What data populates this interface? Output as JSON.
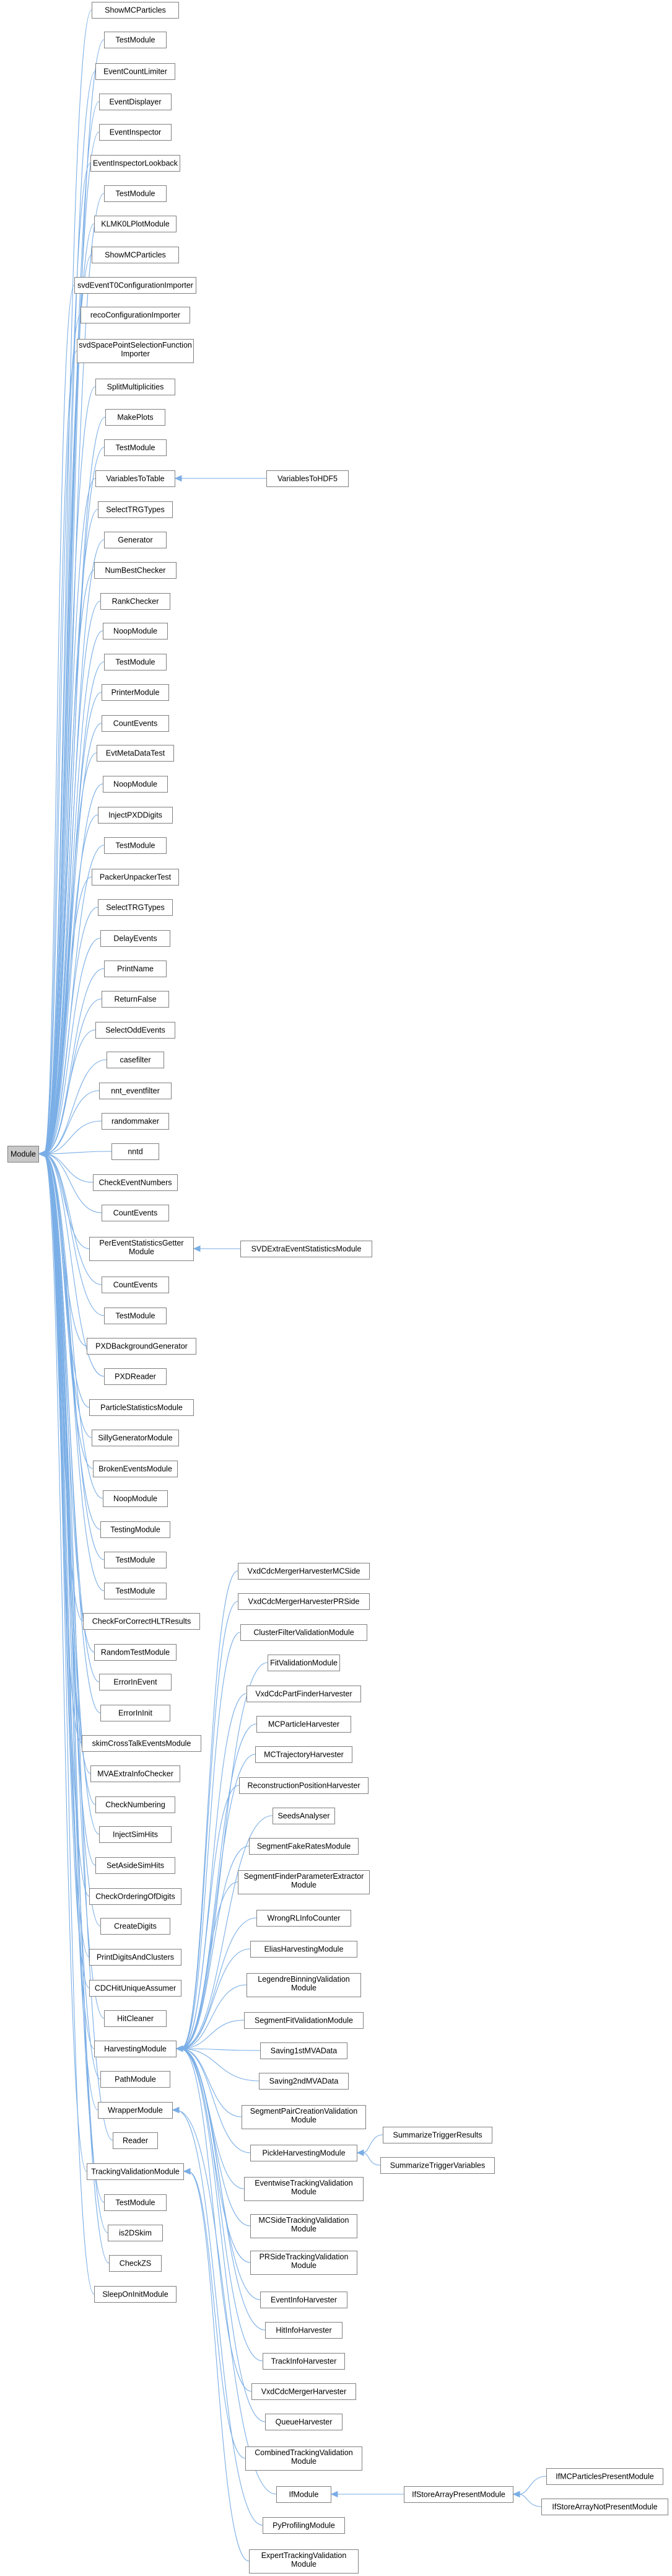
{
  "root": "Module",
  "nodes": [
    {
      "id": "showmcparticles_1",
      "label": "ShowMCParticles",
      "parent": "Module"
    },
    {
      "id": "testmodule_1",
      "label": "TestModule",
      "parent": "Module"
    },
    {
      "id": "eventcountlimiter",
      "label": "EventCountLimiter",
      "parent": "Module"
    },
    {
      "id": "eventdisplayer",
      "label": "EventDisplayer",
      "parent": "Module"
    },
    {
      "id": "eventinspector",
      "label": "EventInspector",
      "parent": "Module"
    },
    {
      "id": "eventinspectorlookback",
      "label": "EventInspectorLookback",
      "parent": "Module"
    },
    {
      "id": "testmodule_2",
      "label": "TestModule",
      "parent": "Module"
    },
    {
      "id": "klmk0lplotmodule",
      "label": "KLMK0LPlotModule",
      "parent": "Module"
    },
    {
      "id": "showmcparticles_2",
      "label": "ShowMCParticles",
      "parent": "Module"
    },
    {
      "id": "svdeventt0",
      "label": "svdEventT0ConfigurationImporter",
      "parent": "Module"
    },
    {
      "id": "recoconfig",
      "label": "recoConfigurationImporter",
      "parent": "Module"
    },
    {
      "id": "svdspacepoint",
      "label": "svdSpacePointSelectionFunction Importer",
      "parent": "Module"
    },
    {
      "id": "splitmultiplicities",
      "label": "SplitMultiplicities",
      "parent": "Module"
    },
    {
      "id": "makeplots",
      "label": "MakePlots",
      "parent": "Module"
    },
    {
      "id": "testmodule_3",
      "label": "TestModule",
      "parent": "Module"
    },
    {
      "id": "variablestotable",
      "label": "VariablesToTable",
      "parent": "Module"
    },
    {
      "id": "variablestohdf5",
      "label": "VariablesToHDF5",
      "parent": "VariablesToTable"
    },
    {
      "id": "selecttrgtypes_1",
      "label": "SelectTRGTypes",
      "parent": "Module"
    },
    {
      "id": "generator",
      "label": "Generator",
      "parent": "Module"
    },
    {
      "id": "numbestchecker",
      "label": "NumBestChecker",
      "parent": "Module"
    },
    {
      "id": "rankchecker",
      "label": "RankChecker",
      "parent": "Module"
    },
    {
      "id": "noopmodule_1",
      "label": "NoopModule",
      "parent": "Module"
    },
    {
      "id": "testmodule_4",
      "label": "TestModule",
      "parent": "Module"
    },
    {
      "id": "printermodule",
      "label": "PrinterModule",
      "parent": "Module"
    },
    {
      "id": "countevents_1",
      "label": "CountEvents",
      "parent": "Module"
    },
    {
      "id": "evtmetadatatest",
      "label": "EvtMetaDataTest",
      "parent": "Module"
    },
    {
      "id": "noopmodule_2",
      "label": "NoopModule",
      "parent": "Module"
    },
    {
      "id": "injectpxddigits",
      "label": "InjectPXDDigits",
      "parent": "Module"
    },
    {
      "id": "testmodule_5",
      "label": "TestModule",
      "parent": "Module"
    },
    {
      "id": "packerunpackertest",
      "label": "PackerUnpackerTest",
      "parent": "Module"
    },
    {
      "id": "selecttrgtypes_2",
      "label": "SelectTRGTypes",
      "parent": "Module"
    },
    {
      "id": "delayevents",
      "label": "DelayEvents",
      "parent": "Module"
    },
    {
      "id": "printname",
      "label": "PrintName",
      "parent": "Module"
    },
    {
      "id": "returnfalse",
      "label": "ReturnFalse",
      "parent": "Module"
    },
    {
      "id": "selectoddevents",
      "label": "SelectOddEvents",
      "parent": "Module"
    },
    {
      "id": "casefilter",
      "label": "casefilter",
      "parent": "Module"
    },
    {
      "id": "nnt_eventfilter",
      "label": "nnt_eventfilter",
      "parent": "Module"
    },
    {
      "id": "randommaker",
      "label": "randommaker",
      "parent": "Module"
    },
    {
      "id": "nntd",
      "label": "nntd",
      "parent": "Module"
    },
    {
      "id": "checkeventnumbers",
      "label": "CheckEventNumbers",
      "parent": "Module"
    },
    {
      "id": "countevents_2",
      "label": "CountEvents",
      "parent": "Module"
    },
    {
      "id": "pereventstatsgetter",
      "label": "PerEventStatisticsGetter Module",
      "parent": "Module"
    },
    {
      "id": "svdextraevent",
      "label": "SVDExtraEventStatisticsModule",
      "parent": "PerEventStatisticsGetter Module"
    },
    {
      "id": "countevents_3",
      "label": "CountEvents",
      "parent": "Module"
    },
    {
      "id": "testmodule_6",
      "label": "TestModule",
      "parent": "Module"
    },
    {
      "id": "pxdbgen",
      "label": "PXDBackgroundGenerator",
      "parent": "Module"
    },
    {
      "id": "pxdreader",
      "label": "PXDReader",
      "parent": "Module"
    },
    {
      "id": "particlestatsmodule",
      "label": "ParticleStatisticsModule",
      "parent": "Module"
    },
    {
      "id": "sillygenerator",
      "label": "SillyGeneratorModule",
      "parent": "Module"
    },
    {
      "id": "brokenevents",
      "label": "BrokenEventsModule",
      "parent": "Module"
    },
    {
      "id": "noopmodule_3",
      "label": "NoopModule",
      "parent": "Module"
    },
    {
      "id": "testingmodule",
      "label": "TestingModule",
      "parent": "Module"
    },
    {
      "id": "testmodule_7",
      "label": "TestModule",
      "parent": "Module"
    },
    {
      "id": "testmodule_8",
      "label": "TestModule",
      "parent": "Module"
    },
    {
      "id": "checkhlt",
      "label": "CheckForCorrectHLTResults",
      "parent": "Module"
    },
    {
      "id": "randomtest",
      "label": "RandomTestModule",
      "parent": "Module"
    },
    {
      "id": "errorinevent",
      "label": "ErrorInEvent",
      "parent": "Module"
    },
    {
      "id": "errorininit",
      "label": "ErrorInInit",
      "parent": "Module"
    },
    {
      "id": "skimcrosstalk",
      "label": "skimCrossTalkEventsModule",
      "parent": "Module"
    },
    {
      "id": "mvaextrainfo",
      "label": "MVAExtraInfoChecker",
      "parent": "Module"
    },
    {
      "id": "checknumbering",
      "label": "CheckNumbering",
      "parent": "Module"
    },
    {
      "id": "injectsimhits",
      "label": "InjectSimHits",
      "parent": "Module"
    },
    {
      "id": "setasidesimhits",
      "label": "SetAsideSimHits",
      "parent": "Module"
    },
    {
      "id": "checkordering",
      "label": "CheckOrderingOfDigits",
      "parent": "Module"
    },
    {
      "id": "createdigits",
      "label": "CreateDigits",
      "parent": "Module"
    },
    {
      "id": "printdigits",
      "label": "PrintDigitsAndClusters",
      "parent": "Module"
    },
    {
      "id": "cdchitunique",
      "label": "CDCHitUniqueAssumer",
      "parent": "Module"
    },
    {
      "id": "hitcleaner",
      "label": "HitCleaner",
      "parent": "Module"
    },
    {
      "id": "harvestingmodule",
      "label": "HarvestingModule",
      "parent": "Module"
    },
    {
      "id": "pathmodule",
      "label": "PathModule",
      "parent": "Module"
    },
    {
      "id": "wrappermodule",
      "label": "WrapperModule",
      "parent": "Module"
    },
    {
      "id": "reader",
      "label": "Reader",
      "parent": "Module"
    },
    {
      "id": "trackingvalidation",
      "label": "TrackingValidationModule",
      "parent": "Module"
    },
    {
      "id": "testmodule_9",
      "label": "TestModule",
      "parent": "Module"
    },
    {
      "id": "is2dskim",
      "label": "is2DSkim",
      "parent": "Module"
    },
    {
      "id": "checkzs",
      "label": "CheckZS",
      "parent": "Module"
    },
    {
      "id": "sleeponinit",
      "label": "SleepOnInitModule",
      "parent": "Module"
    },
    {
      "id": "vxdcdcmcside",
      "label": "VxdCdcMergerHarvesterMCSide",
      "parent": "HarvestingModule"
    },
    {
      "id": "vxdcdcprside",
      "label": "VxdCdcMergerHarvesterPRSide",
      "parent": "HarvestingModule"
    },
    {
      "id": "clusterfilter",
      "label": "ClusterFilterValidationModule",
      "parent": "HarvestingModule"
    },
    {
      "id": "fitvalidation",
      "label": "FitValidationModule",
      "parent": "HarvestingModule"
    },
    {
      "id": "vxdcdcpartfinder",
      "label": "VxdCdcPartFinderHarvester",
      "parent": "HarvestingModule"
    },
    {
      "id": "mcparticleharvester",
      "label": "MCParticleHarvester",
      "parent": "HarvestingModule"
    },
    {
      "id": "mctrajectory",
      "label": "MCTrajectoryHarvester",
      "parent": "HarvestingModule"
    },
    {
      "id": "recopos",
      "label": "ReconstructionPositionHarvester",
      "parent": "HarvestingModule"
    },
    {
      "id": "seedsanalyser",
      "label": "SeedsAnalyser",
      "parent": "HarvestingModule"
    },
    {
      "id": "segmentfake",
      "label": "SegmentFakeRatesModule",
      "parent": "HarvestingModule"
    },
    {
      "id": "segmentfinderparam",
      "label": "SegmentFinderParameterExtractor Module",
      "parent": "HarvestingModule"
    },
    {
      "id": "wrongrl",
      "label": "WrongRLInfoCounter",
      "parent": "HarvestingModule"
    },
    {
      "id": "eliasharvesting",
      "label": "EliasHarvestingModule",
      "parent": "HarvestingModule"
    },
    {
      "id": "legendrebinning",
      "label": "LegendreBinningValidation Module",
      "parent": "HarvestingModule"
    },
    {
      "id": "segmentfit",
      "label": "SegmentFitValidationModule",
      "parent": "HarvestingModule"
    },
    {
      "id": "saving1st",
      "label": "Saving1stMVAData",
      "parent": "HarvestingModule"
    },
    {
      "id": "saving2nd",
      "label": "Saving2ndMVAData",
      "parent": "HarvestingModule"
    },
    {
      "id": "segmentpair",
      "label": "SegmentPairCreationValidation Module",
      "parent": "HarvestingModule"
    },
    {
      "id": "pickleharvesting",
      "label": "PickleHarvestingModule",
      "parent": "HarvestingModule"
    },
    {
      "id": "summarizeresults",
      "label": "SummarizeTriggerResults",
      "parent": "PickleHarvestingModule"
    },
    {
      "id": "summarizevariables",
      "label": "SummarizeTriggerVariables",
      "parent": "PickleHarvestingModule"
    },
    {
      "id": "eventwisetracking",
      "label": "EventwiseTrackingValidation Module",
      "parent": "HarvestingModule"
    },
    {
      "id": "mcsidetracking",
      "label": "MCSideTrackingValidation Module",
      "parent": "HarvestingModule"
    },
    {
      "id": "prsidetracking",
      "label": "PRSideTrackingValidation Module",
      "parent": "HarvestingModule"
    },
    {
      "id": "eventinfoharvester",
      "label": "EventInfoHarvester",
      "parent": "HarvestingModule"
    },
    {
      "id": "hitinfoharvester",
      "label": "HitInfoHarvester",
      "parent": "HarvestingModule"
    },
    {
      "id": "trackinfoharvester",
      "label": "TrackInfoHarvester",
      "parent": "HarvestingModule"
    },
    {
      "id": "vxdcdcmerger",
      "label": "VxdCdcMergerHarvester",
      "parent": "HarvestingModule"
    },
    {
      "id": "queueharvester",
      "label": "QueueHarvester",
      "parent": "HarvestingModule"
    },
    {
      "id": "combinedtracking",
      "label": "CombinedTrackingValidation Module",
      "parent": "TrackingValidationModule"
    },
    {
      "id": "ifmodule",
      "label": "IfModule",
      "parent": "WrapperModule"
    },
    {
      "id": "ifstorearray",
      "label": "IfStoreArrayPresentModule",
      "parent": "IfModule"
    },
    {
      "id": "ifmcparticles",
      "label": "IfMCParticlesPresentModule",
      "parent": "IfStoreArrayPresentModule"
    },
    {
      "id": "ifstorearraynot",
      "label": "IfStoreArrayNotPresentModule",
      "parent": "IfStoreArrayPresentModule"
    },
    {
      "id": "pyprofiling",
      "label": "PyProfilingModule",
      "parent": "WrapperModule"
    },
    {
      "id": "experttracking",
      "label": "ExpertTrackingValidation Module",
      "parent": "TrackingValidationModule"
    }
  ]
}
